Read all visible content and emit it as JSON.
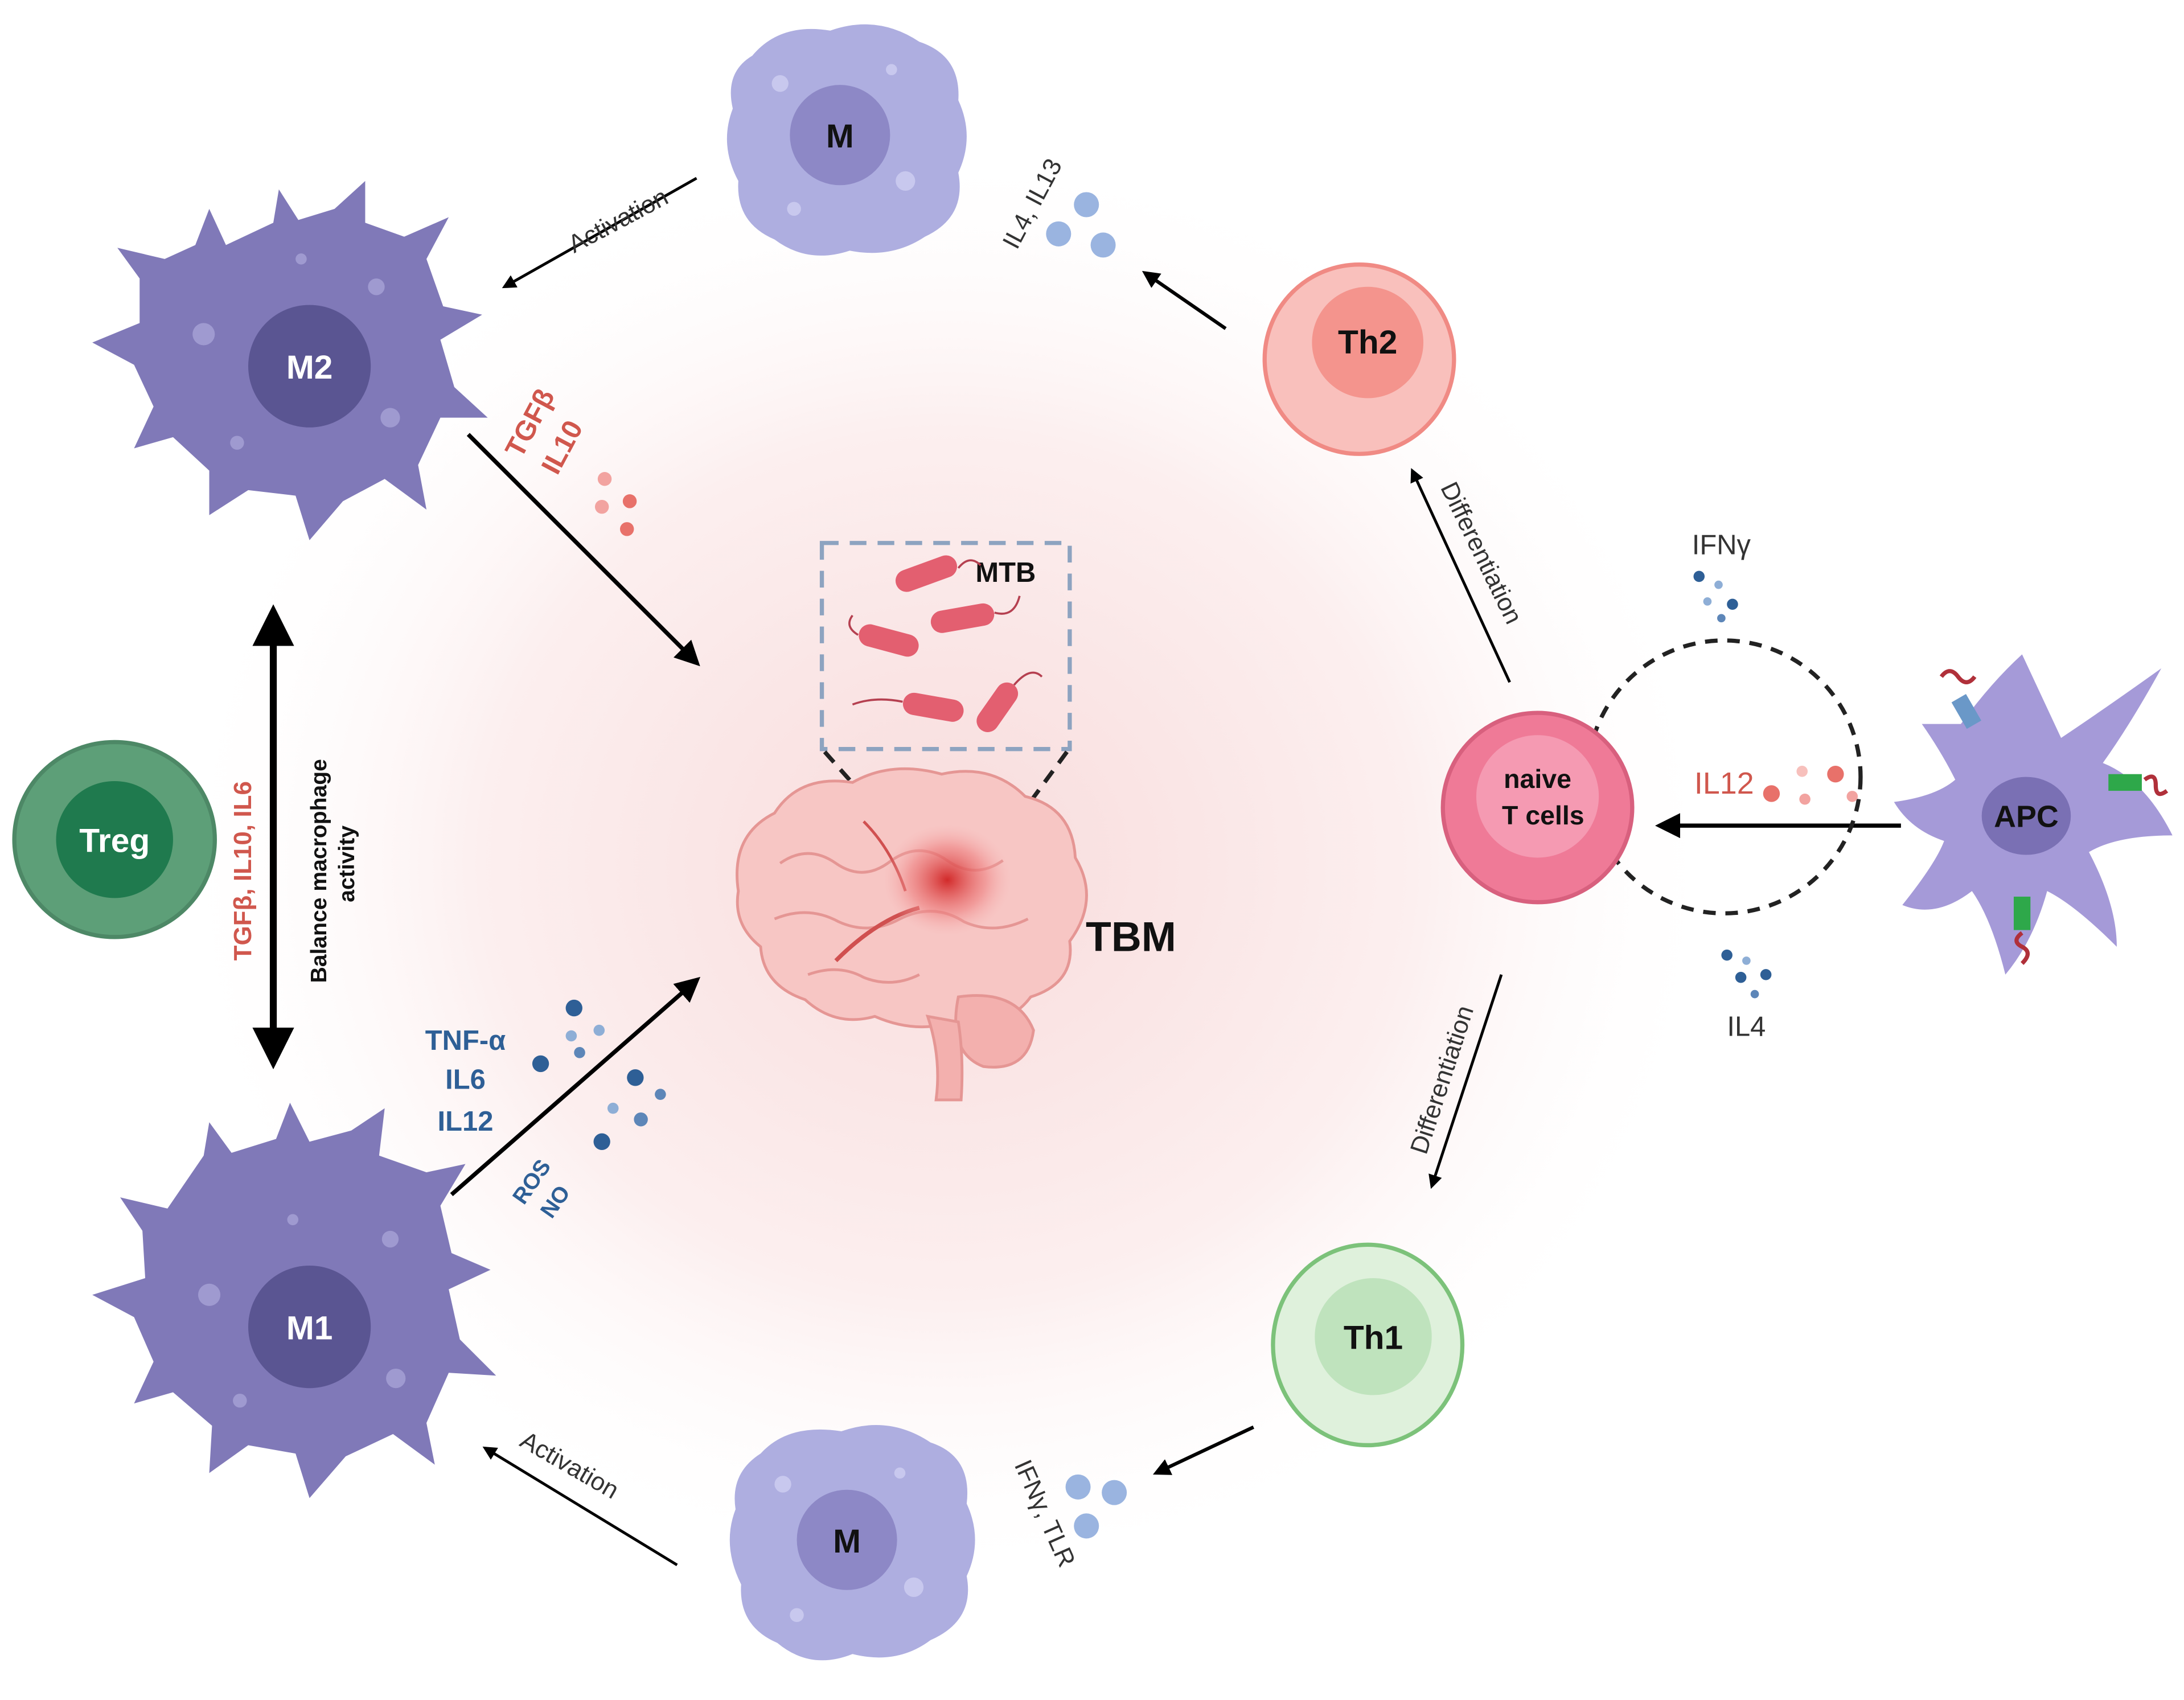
{
  "cells": {
    "m_top": "M",
    "m2": "M2",
    "th2": "Th2",
    "treg": "Treg",
    "naive": [
      "naive",
      "T cells"
    ],
    "apc": "APC",
    "m1": "M1",
    "m_bottom": "M",
    "th1": "Th1"
  },
  "center": {
    "mtb": "MTB",
    "tbm": "TBM"
  },
  "labels": {
    "activation_top": "Activation",
    "activation_bottom": "Activation",
    "il4_il13": "IL4, IL13",
    "tgfb": "TGFβ",
    "il10": "IL10",
    "treg_cytokines": "TGFβ, IL10, IL6",
    "balance": [
      "Balance macrophage",
      "activity"
    ],
    "tnf_a": "TNF-α",
    "il6": "IL6",
    "il12_m1": "IL12",
    "ros": "ROS",
    "no": "NO",
    "differentiation_top": "Differentiation",
    "differentiation_bottom": "Differentiation",
    "ifng_top": "IFNγ",
    "il12_apc": "IL12",
    "il4_bottom": "IL4",
    "ifng_tlr": "IFNγ, TLR"
  },
  "colors": {
    "macrophage": "#8079b8",
    "macrophage_nucleus": "#5a5592",
    "m_light": "#aeaee0",
    "th2": "#f59a95",
    "th1": "#bfe3bd",
    "treg": "#5d9f78",
    "naive": "#ef7a97",
    "apc": "#a59ad8",
    "red_cytokine": "#d0574d",
    "blue_cytokine": "#2e5f96",
    "bacteria": "#e35f70"
  }
}
